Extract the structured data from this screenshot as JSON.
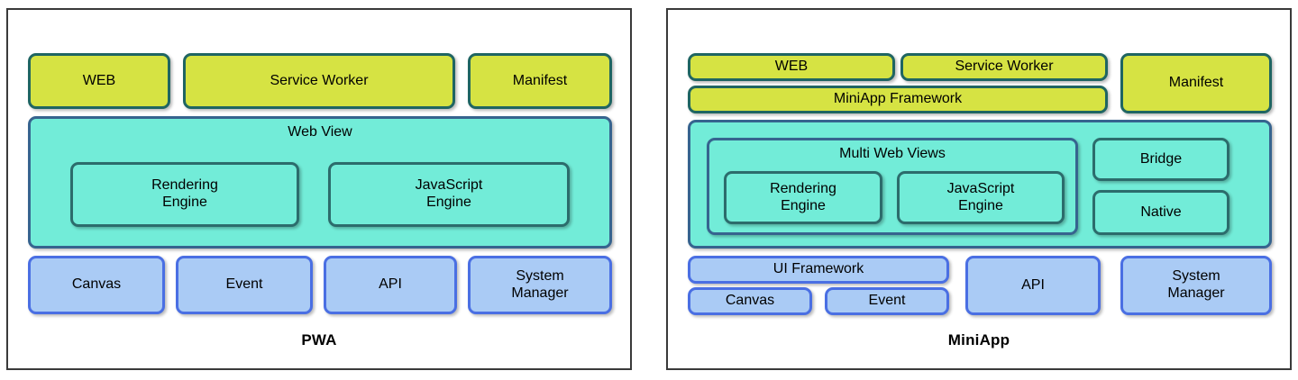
{
  "diagram": {
    "type": "architecture-comparison",
    "panels": [
      {
        "id": "pwa",
        "title": "PWA",
        "layers": [
          {
            "name": "platform-layer",
            "color": "#d6e343",
            "boxes": [
              "WEB",
              "Service Worker",
              "Manifest"
            ]
          },
          {
            "name": "runtime-layer",
            "color": "#72ecd8",
            "container": "Web View",
            "boxes": [
              "Rendering Engine",
              "JavaScript Engine"
            ]
          },
          {
            "name": "capability-layer",
            "color": "#aacbf5",
            "boxes": [
              "Canvas",
              "Event",
              "API",
              "System Manager"
            ]
          }
        ]
      },
      {
        "id": "miniapp",
        "title": "MiniApp",
        "layers": [
          {
            "name": "platform-layer",
            "color": "#d6e343",
            "boxes": [
              "WEB",
              "Service Worker",
              "MiniApp Framework",
              "Manifest"
            ]
          },
          {
            "name": "runtime-layer",
            "color": "#72ecd8",
            "container": "Multi Web Views",
            "boxes": [
              "Rendering Engine",
              "JavaScript Engine",
              "Bridge",
              "Native"
            ]
          },
          {
            "name": "capability-layer",
            "color": "#aacbf5",
            "boxes": [
              "UI Framework",
              "Canvas",
              "Event",
              "API",
              "System Manager"
            ]
          }
        ]
      }
    ]
  },
  "pwa": {
    "title": "PWA",
    "web": "WEB",
    "service_worker": "Service Worker",
    "manifest": "Manifest",
    "web_view": "Web View",
    "rendering_engine_line1": "Rendering",
    "rendering_engine_line2": "Engine",
    "javascript_engine_line1": "JavaScript",
    "javascript_engine_line2": "Engine",
    "canvas": "Canvas",
    "event": "Event",
    "api": "API",
    "system_manager_line1": "System",
    "system_manager_line2": "Manager"
  },
  "miniapp": {
    "title": "MiniApp",
    "web": "WEB",
    "service_worker": "Service Worker",
    "miniapp_framework": "MiniApp Framework",
    "manifest": "Manifest",
    "multi_web_views": "Multi Web Views",
    "rendering_engine_line1": "Rendering",
    "rendering_engine_line2": "Engine",
    "javascript_engine_line1": "JavaScript",
    "javascript_engine_line2": "Engine",
    "bridge": "Bridge",
    "native": "Native",
    "ui_framework": "UI Framework",
    "canvas": "Canvas",
    "event": "Event",
    "api": "API",
    "system_manager_line1": "System",
    "system_manager_line2": "Manager"
  },
  "colors": {
    "yellow_fill": "#d6e343",
    "yellow_border": "#1f6562",
    "cyan_fill": "#72ecd8",
    "cyan_border": "#2c6c6c",
    "steel_border": "#36648f",
    "blue_fill": "#aacbf5",
    "blue_border": "#4a6fe3",
    "frame_border": "#3a3a3a",
    "background": "#ffffff",
    "text": "#000000"
  }
}
